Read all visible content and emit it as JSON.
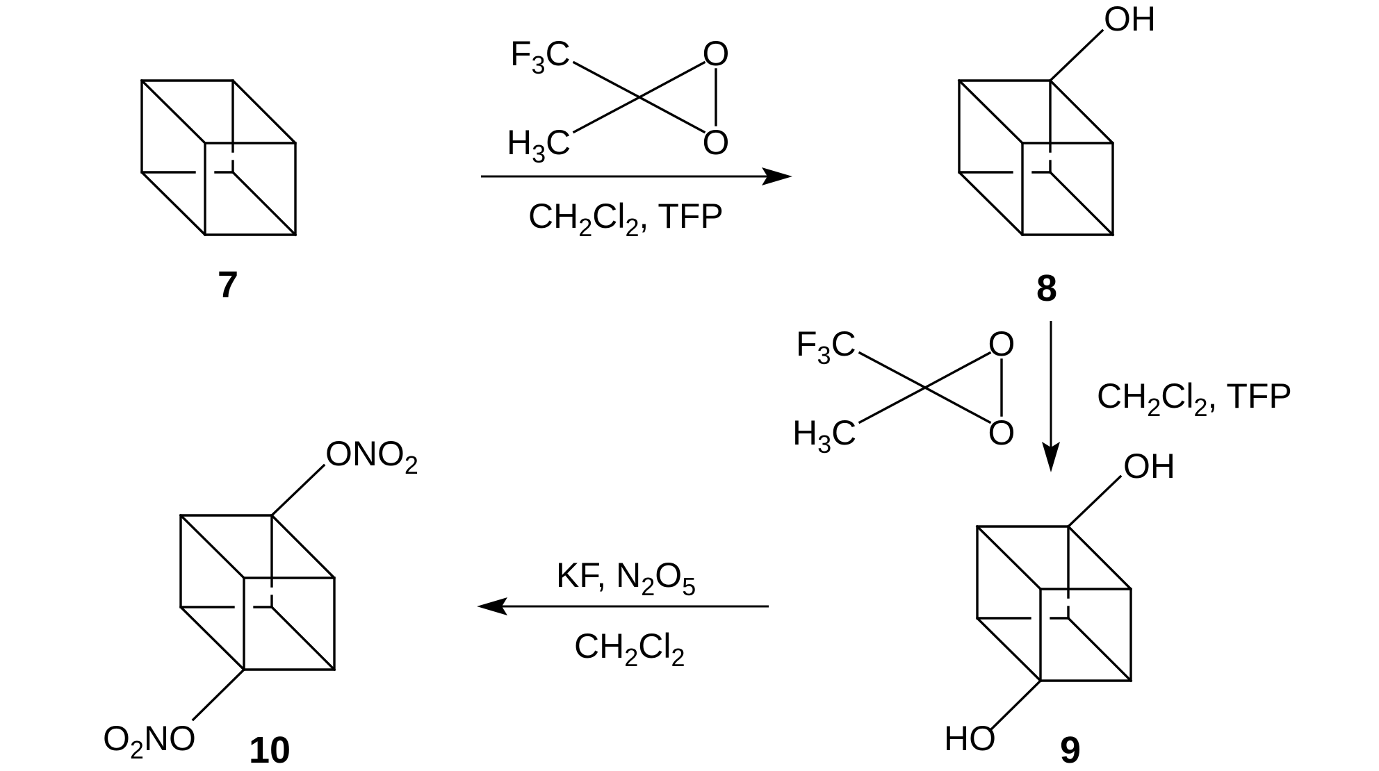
{
  "compounds": [
    {
      "id": "7",
      "label": "7"
    },
    {
      "id": "8",
      "label": "8",
      "substituents": [
        "OH"
      ]
    },
    {
      "id": "9",
      "label": "9",
      "substituents": [
        "OH",
        "HO"
      ]
    },
    {
      "id": "10",
      "label": "10",
      "substituents": [
        "ONO",
        "2",
        "O",
        "2",
        "NO"
      ]
    }
  ],
  "reagents": {
    "dioxirane": {
      "cf3": "F",
      "cf3_sub": "3",
      "cf3_end": "C",
      "ch3": "H",
      "ch3_sub": "3",
      "ch3_end": "C",
      "o": "O"
    },
    "step1": {
      "p1": "CH",
      "s1": "2",
      "p2": "Cl",
      "s2": "2",
      "p3": ", TFP"
    },
    "step2": {
      "p1": "CH",
      "s1": "2",
      "p2": "Cl",
      "s2": "2",
      "p3": ", TFP"
    },
    "step3": {
      "top": {
        "p1": "KF, N",
        "s1": "2",
        "p2": "O",
        "s2": "5"
      },
      "bottom": {
        "p1": "CH",
        "s1": "2",
        "p2": "Cl",
        "s2": "2"
      }
    }
  }
}
